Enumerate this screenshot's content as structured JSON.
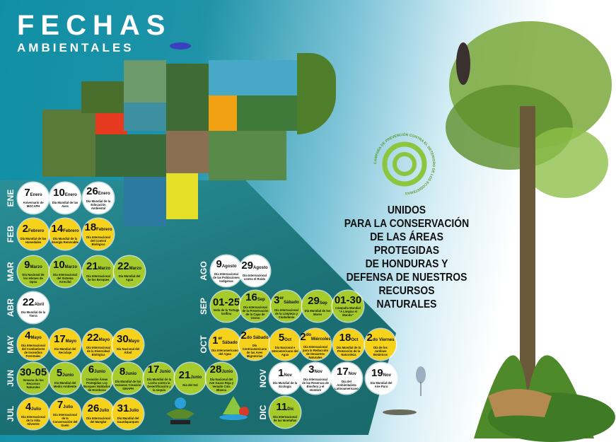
{
  "title": {
    "line1": "FECHAS",
    "line2": "AMBIENTALES"
  },
  "slogan": [
    "UNIDOS",
    "PARA LA CONSERVACIÓN",
    "DE LAS ÁREAS PROTEGIDAS",
    "DE HONDURAS Y",
    "DEFENSA DE NUESTROS",
    "RECURSOS",
    "NATURALES"
  ],
  "campaign_text": "CAMPAÑA DE PREVENCIÓN CONTRA EL DETERIORO DE LOS ECOSISTEMAS",
  "colors": {
    "white": "#ffffff",
    "yellow": "#f6d21a",
    "green": "#a5cc2a",
    "teal": "#1a6f73"
  },
  "months": [
    {
      "label": "ENE",
      "color": "white",
      "events": [
        {
          "day": "7",
          "unit": "Enero",
          "text": "Aniversario de MOCAPH"
        },
        {
          "day": "10",
          "unit": "Enero",
          "text": "Día Mundial de las Aves"
        },
        {
          "day": "26",
          "unit": "Enero",
          "text": "Día Mundial de la Educación Ambiental"
        }
      ]
    },
    {
      "label": "FEB",
      "color": "yellow",
      "events": [
        {
          "day": "2",
          "unit": "Febrero",
          "text": "Día Mundial de los Humedales"
        },
        {
          "day": "14",
          "unit": "Febrero",
          "text": "Día Mundial de la Energía Renovable"
        },
        {
          "day": "18",
          "unit": "Febrero",
          "text": "Día Internacional del Control Biológico"
        }
      ]
    },
    {
      "label": "MAR",
      "color": "green",
      "events": [
        {
          "day": "9",
          "unit": "Marzo",
          "text": "Día Nacional de los Héroes de Opoa"
        },
        {
          "day": "10",
          "unit": "Marzo",
          "text": "Día Internacional del Sistema Arrecifal"
        },
        {
          "day": "21",
          "unit": "Marzo",
          "text": "Día Internacional de los Bosques"
        },
        {
          "day": "22",
          "unit": "Marzo",
          "text": "Día Mundial del Agua"
        }
      ]
    },
    {
      "label": "ABR",
      "color": "white",
      "events": [
        {
          "day": "22",
          "unit": "Abril",
          "text": "Día Mundial de la Tierra"
        }
      ]
    },
    {
      "label": "MAY",
      "color": "yellow",
      "events": [
        {
          "day": "4",
          "unit": "Mayo",
          "text": "Día Internacional del Combatiente de Incendios Forestales"
        },
        {
          "day": "17",
          "unit": "Mayo",
          "text": "Día Mundial del Reciclaje"
        },
        {
          "day": "22",
          "unit": "Mayo",
          "text": "Día Internacional de la Diversidad Biológica"
        },
        {
          "day": "30",
          "unit": "Mayo",
          "text": "Día Nacional del Árbol"
        }
      ]
    },
    {
      "label": "JUN",
      "color": "green",
      "events": [
        {
          "day": "30-05",
          "unit": "",
          "text": "Semana de los Recursos Naturales"
        },
        {
          "day": "5",
          "unit": "Junio",
          "text": "Día Mundial del Medio Ambiente"
        },
        {
          "day": "6",
          "unit": "Junio",
          "text": "Creación Áreas Protegidas Ley Bosques Nublados de Honduras"
        },
        {
          "day": "8",
          "unit": "Junio",
          "text": "Día Mundial de los Océanos Creación SINAPH"
        },
        {
          "day": "17",
          "unit": "Junio",
          "text": "Día Mundial de la Lucha contra la Desertificación y la sequía"
        },
        {
          "day": "21",
          "unit": "Junio",
          "text": "Día del Sol"
        },
        {
          "day": "28",
          "unit": "Junio",
          "text": "Día Nacional del Ave Guara Roja y Venado Cola Blanca"
        }
      ]
    },
    {
      "label": "JUL",
      "color": "yellow",
      "events": [
        {
          "day": "4",
          "unit": "Julio",
          "text": "Día Internacional de la Vida Silvestre"
        },
        {
          "day": "7",
          "unit": "Julio",
          "text": "Día Internacional de la Conservación del Suelo"
        },
        {
          "day": "26",
          "unit": "Julio",
          "text": "Día Internacional del Manglar"
        },
        {
          "day": "31",
          "unit": "Julio",
          "text": "Día Mundial del Guardaparques"
        }
      ]
    },
    {
      "label": "AGO",
      "color": "white",
      "events": [
        {
          "day": "9",
          "unit": "Agosto",
          "text": "Día Internacional de las Poblaciones Indígenas"
        },
        {
          "day": "29",
          "unit": "Agosto",
          "text": "Día Internacional contra el Ruido"
        }
      ]
    },
    {
      "label": "SEP",
      "color": "green",
      "events": [
        {
          "day": "01-25",
          "unit": "",
          "text": "Veda de la Tortuga Golfina"
        },
        {
          "day": "16",
          "unit": "Sep",
          "text": "Día Internacional de la Preservación de la Capa de Ozono"
        },
        {
          "day": "3",
          "sup": "er",
          "unit": "Sábado",
          "text": "Día Internacional de la Limpieza y Ciudadanía"
        },
        {
          "day": "29",
          "unit": "Sep",
          "text": "Día Mundial de los Mares"
        },
        {
          "day": "01-30",
          "unit": "",
          "text": "Campaña Mundial \"A Limpiar el Mundo\""
        }
      ]
    },
    {
      "label": "OCT",
      "color": "yellow",
      "events": [
        {
          "day": "1",
          "sup": "er",
          "unit": "Sábado",
          "text": "Día Interamericano del Agua"
        },
        {
          "day": "2",
          "unit": "do Sábado",
          "text": "Día Centroamericano de las Aves Migratorias"
        },
        {
          "day": "5",
          "unit": "Oct",
          "text": "Día Nacional e Interamericano del Agua"
        },
        {
          "day": "2",
          "sup": "do",
          "unit": "Miércoles",
          "text": "Día Internacional para la Reducción de Desastres Naturales"
        },
        {
          "day": "18",
          "unit": "Oct",
          "text": "Día Mundial de la Protección de la Naturaleza"
        },
        {
          "day": "2",
          "unit": "do Viernes",
          "text": "Día de los Jardines Botánicos"
        }
      ]
    },
    {
      "label": "NOV",
      "color": "white",
      "events": [
        {
          "day": "1",
          "unit": "Nov",
          "text": "Día Mundial de la Ecología"
        },
        {
          "day": "3",
          "unit": "Nov",
          "text": "Día Internacional de las Reservas de Biosfera y el Hombre"
        },
        {
          "day": "17",
          "unit": "Nov",
          "text": "Día del Ambientalista Latinoamericano"
        },
        {
          "day": "19",
          "unit": "Nov",
          "text": "Día Mundial del Aire Puro"
        }
      ]
    },
    {
      "label": "DIC",
      "color": "green",
      "events": [
        {
          "day": "11",
          "unit": "Dic",
          "text": "Día Internacional de las Montañas"
        }
      ]
    }
  ]
}
